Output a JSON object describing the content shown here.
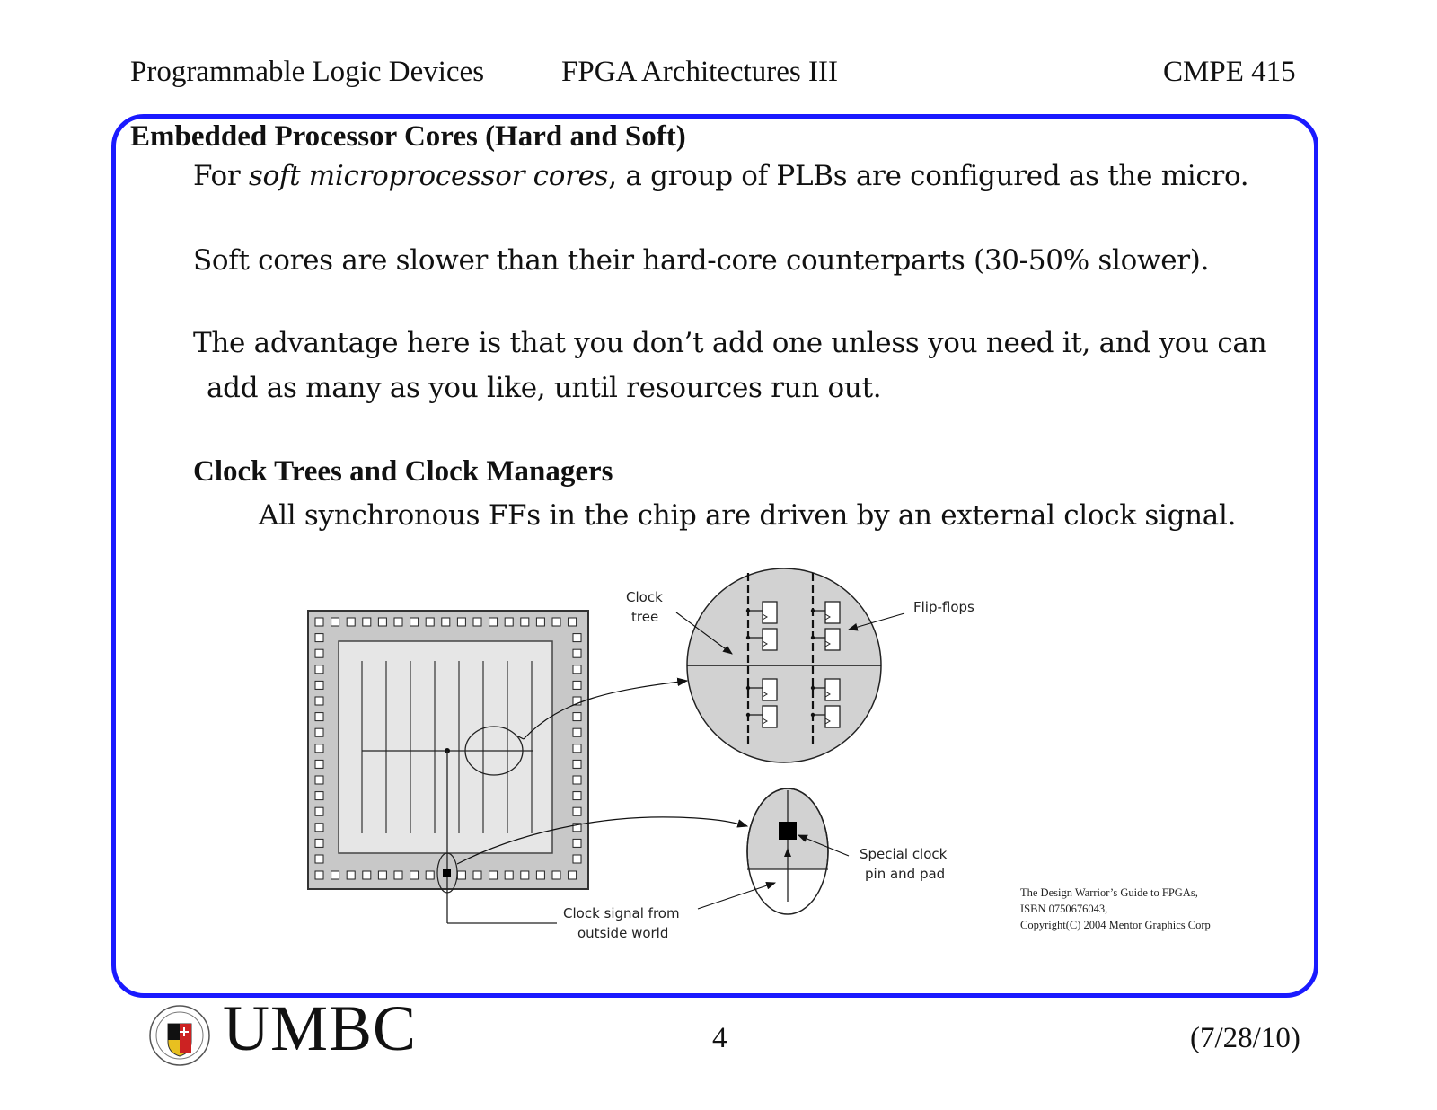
{
  "header": {
    "left": "Programmable Logic Devices",
    "middle": "FPGA  Architectures III",
    "right": "CMPE 415"
  },
  "content": {
    "section1_title": "Embedded Processor Cores (Hard and Soft)",
    "para1_prefix": "For ",
    "para1_italic": "soft microprocessor cores",
    "para1_suffix": ", a group of PLBs are configured as the micro.",
    "para2": "Soft cores are slower than their hard-core counterparts (30-50% slower).",
    "para3_line1": "The advantage here is that you don’t add one unless you need it, and you can",
    "para3_line2": "add as many as you like, until resources run out.",
    "section2_title": "Clock Trees and Clock Managers",
    "para4": "All synchronous FFs in the chip are driven by an external clock signal."
  },
  "diagram": {
    "label_clock_tree_1": "Clock",
    "label_clock_tree_2": "tree",
    "label_flipflops": "Flip-flops",
    "label_special_1": "Special clock",
    "label_special_2": "pin and pad",
    "label_signal_1": "Clock signal from",
    "label_signal_2": "outside world",
    "credit_1": "The Design Warrior’s Guide to FPGAs,",
    "credit_2": "ISBN 0750676043,",
    "credit_3": "Copyright(C) 2004 Mentor Graphics Corp"
  },
  "footer": {
    "logo_text": "UMBC",
    "page_number": "4",
    "date": "(7/28/10)"
  },
  "colors": {
    "frame_border": "#1a1aff",
    "chip_fill": "#c8c8c8",
    "die_fill": "#e6e6e6",
    "zoom_fill": "#d2d2d2"
  }
}
